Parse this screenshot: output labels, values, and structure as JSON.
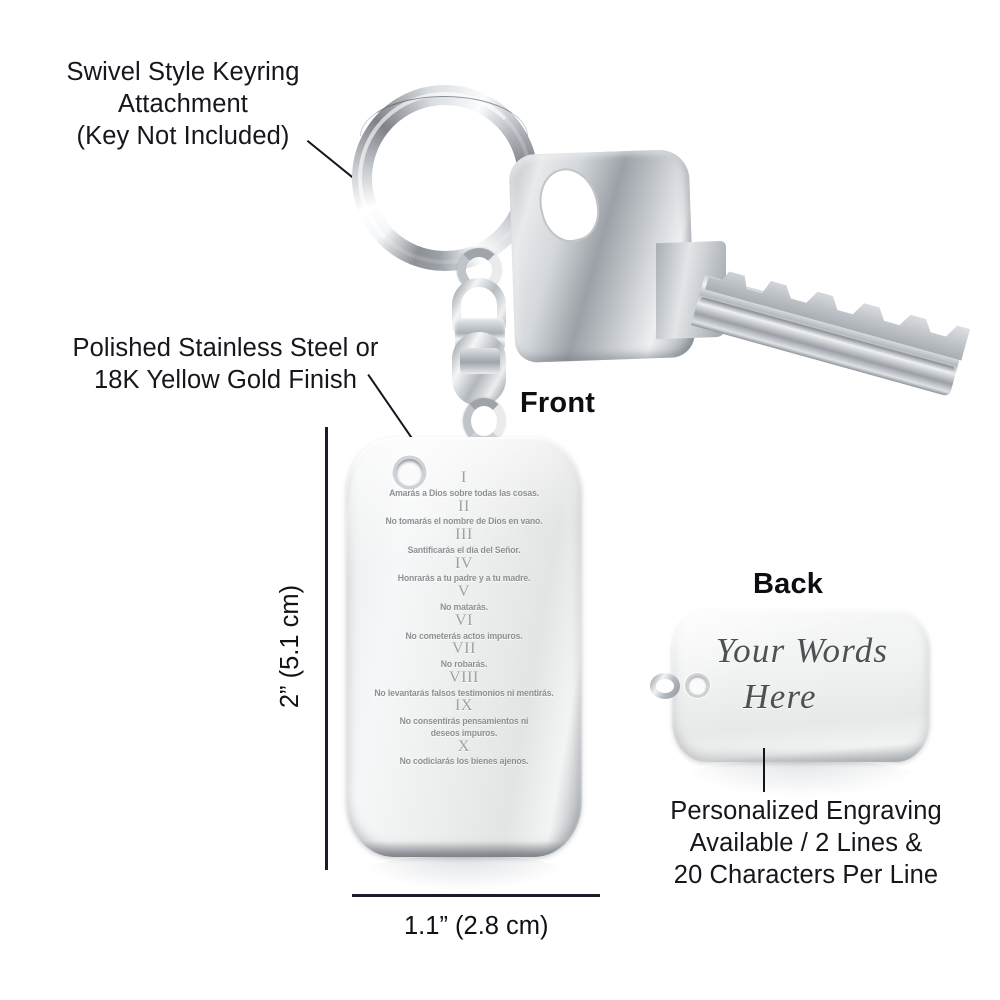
{
  "annotations": {
    "keyring": "Swivel Style Keyring\nAttachment\n(Key Not Included)",
    "finish": "Polished Stainless Steel or\n18K Yellow Gold Finish",
    "engraving": "Personalized Engraving\nAvailable / 2 Lines &\n20 Characters Per Line"
  },
  "side_labels": {
    "front": "Front",
    "back": "Back"
  },
  "dimensions": {
    "height": "2” (5.1 cm)",
    "width": "1.1” (2.8 cm)"
  },
  "front_tag": {
    "commandments": [
      {
        "numeral": "I",
        "text": "Amarás a Dios sobre todas las cosas."
      },
      {
        "numeral": "II",
        "text": "No tomarás el nombre de Dios en vano."
      },
      {
        "numeral": "III",
        "text": "Santificarás el día del Señor."
      },
      {
        "numeral": "IV",
        "text": "Honrarás a tu padre y a tu madre."
      },
      {
        "numeral": "V",
        "text": "No matarás."
      },
      {
        "numeral": "VI",
        "text": "No cometerás actos impuros."
      },
      {
        "numeral": "VII",
        "text": "No robarás."
      },
      {
        "numeral": "VIII",
        "text": "No levantarás falsos testimonios ni mentirás."
      },
      {
        "numeral": "IX",
        "text": "No consentirás pensamientos ni\ndeseos impuros."
      },
      {
        "numeral": "X",
        "text": "No codiciarás los bienes ajenos."
      }
    ]
  },
  "back_tag": {
    "script_line1": "Your Words",
    "script_line2": "Here"
  },
  "colors": {
    "background": "#ffffff",
    "text": "#16161d",
    "dimension_line": "#1b1b2a",
    "metal_light": "#f4f6f8",
    "metal_mid": "#c4c8cd",
    "metal_dark": "#7e8288",
    "engraving_gray": "#8d9093",
    "script_gray": "#4e5153"
  }
}
